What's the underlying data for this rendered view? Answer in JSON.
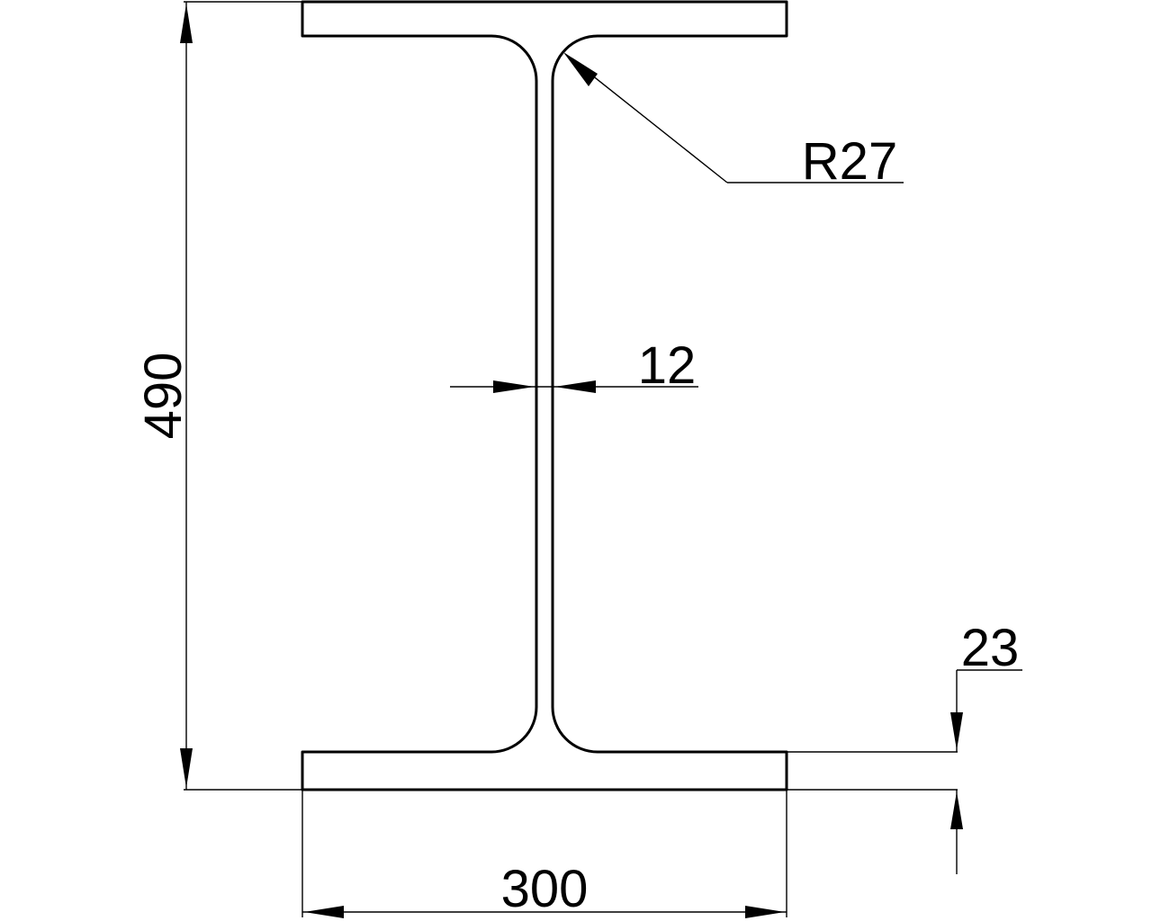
{
  "section": {
    "name": "",
    "colors": {
      "stroke": "#000000",
      "background": "#ffffff"
    }
  },
  "dimensions": {
    "height": "490",
    "flange_width": "300",
    "web_thickness": "12",
    "flange_thickness": "23",
    "root_radius": "R27"
  }
}
